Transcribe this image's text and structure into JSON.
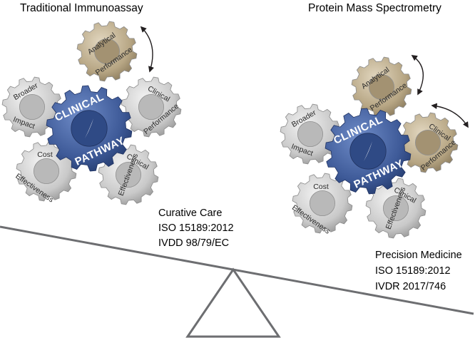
{
  "left": {
    "heading": "Traditional Immunoassay",
    "hub": {
      "line1": "CLINICAL",
      "line2": "PATHWAY"
    },
    "gears": {
      "analytical": {
        "line1": "Analytical",
        "line2": "Performance"
      },
      "clinical_performance": {
        "line1": "Clinical",
        "line2": "Performance"
      },
      "broader_impact": {
        "line1": "Broader",
        "line2": "Impact"
      },
      "cost_effectiveness": {
        "line1": "Cost",
        "line2": "Effectiveness"
      },
      "clinical_effectiveness": {
        "line1": "Clinical",
        "line2": "Effectiveness"
      }
    },
    "captions": [
      "Curative Care",
      "ISO 15189:2012",
      "IVDD 98/79/EC"
    ]
  },
  "right": {
    "heading": "Protein Mass Spectrometry",
    "hub": {
      "line1": "CLINICAL",
      "line2": "PATHWAY"
    },
    "gears": {
      "analytical": {
        "line1": "Analytical",
        "line2": "Performance"
      },
      "clinical_performance": {
        "line1": "Clinical",
        "line2": "Performance"
      },
      "broader_impact": {
        "line1": "Broader",
        "line2": "Impact"
      },
      "cost_effectiveness": {
        "line1": "Cost",
        "line2": "Effectiveness"
      },
      "clinical_effectiveness": {
        "line1": "Clinical",
        "line2": "Effectiveness"
      }
    },
    "captions": [
      "Precision Medicine",
      "ISO 15189:2012",
      "IVDR 2017/746"
    ]
  },
  "colors": {
    "gray_gear": "#d4d4d4",
    "tan_gear": "#b9a98a",
    "blue_gear": "#3e5a98",
    "beam": "#6d6e71"
  }
}
